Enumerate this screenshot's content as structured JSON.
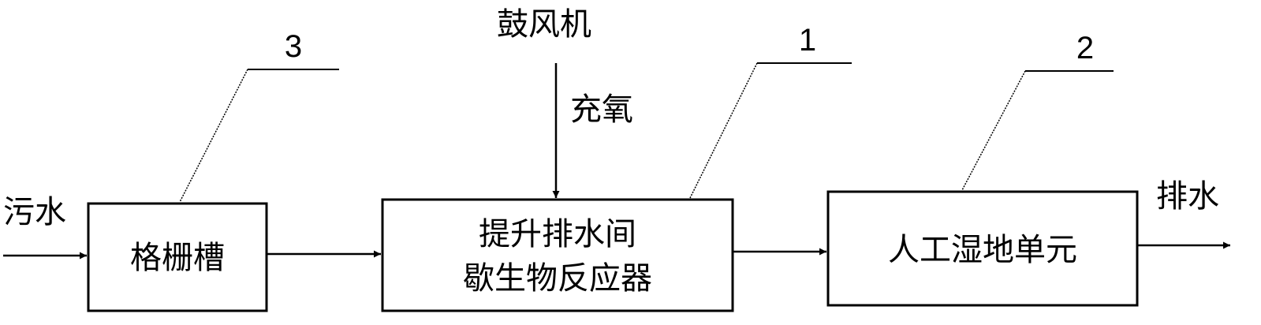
{
  "diagram": {
    "nodes": {
      "grille_tank": "格栅槽",
      "reactor_line1": "提升排水间",
      "reactor_line2": "歇生物反应器",
      "wetland": "人工湿地单元",
      "blower": "鼓风机"
    },
    "edges": {
      "inflow": "污水",
      "oxygen": "充氧",
      "outflow": "排水"
    },
    "callouts": {
      "grille_tank": "3",
      "reactor": "1",
      "wetland": "2"
    }
  }
}
